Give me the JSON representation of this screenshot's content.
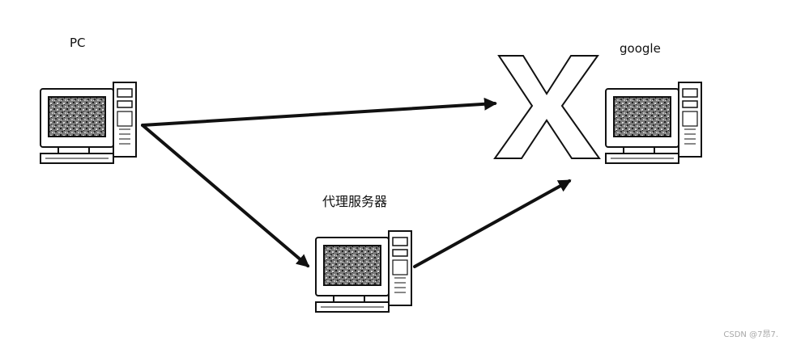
{
  "nodes": {
    "pc": {
      "label": "PC"
    },
    "google": {
      "label": "google"
    },
    "proxy": {
      "label": "代理服务器"
    }
  },
  "watermark": "CSDN @7昂7."
}
